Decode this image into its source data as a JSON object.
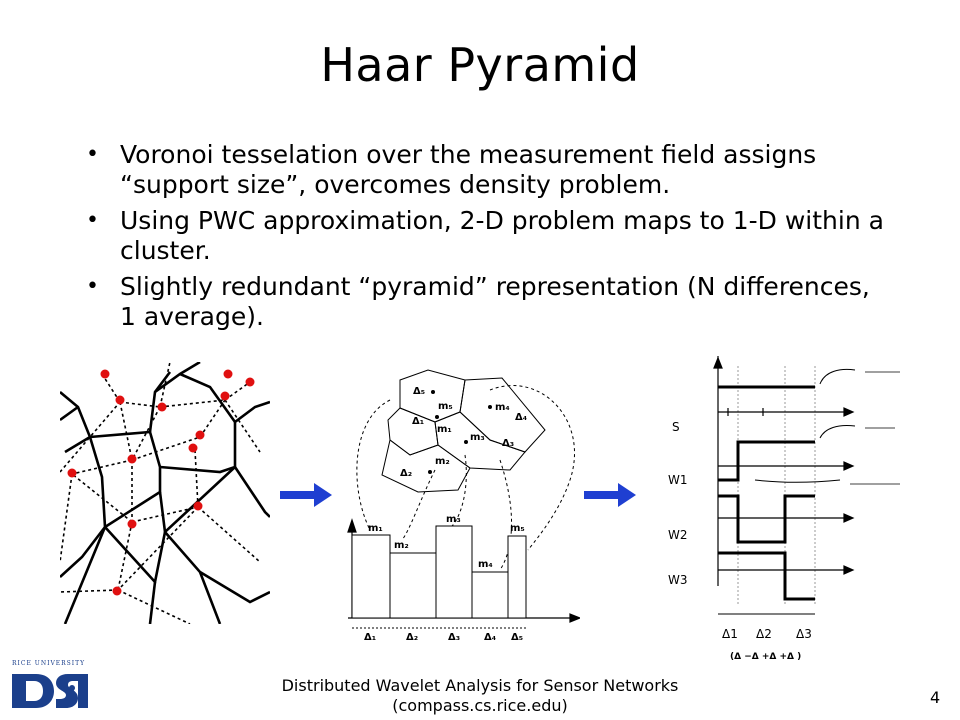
{
  "slide": {
    "title": "Haar Pyramid",
    "bullets": [
      "Voronoi tesselation over the measurement field assigns “support size”, overcomes density problem.",
      "Using PWC approximation, 2-D problem maps to 1-D within a cluster.",
      "Slightly redundant “pyramid” representation (N differences, 1 average)."
    ],
    "footer_line1": "Distributed Wavelet Analysis for Sensor Networks",
    "footer_line2": "(compass.cs.rice.edu)",
    "page_number": "4"
  },
  "logo": {
    "university": "RICE UNIVERSITY",
    "text": "DSP"
  },
  "diagram2": {
    "cell_labels": [
      "Δ₅",
      "Δ₁",
      "Δ₄",
      "Δ₃",
      "Δ₂"
    ],
    "means": [
      "m₅",
      "m₁",
      "m₄",
      "m₃",
      "m₂"
    ],
    "bar_means": [
      "m₁",
      "m₂",
      "m₃",
      "m₄",
      "m₅"
    ],
    "bar_deltas": [
      "Δ₁",
      "Δ₂",
      "Δ₃",
      "Δ₄",
      "Δ₅"
    ]
  },
  "diagram3": {
    "row_labels": [
      "S",
      "W1",
      "W2",
      "W3"
    ],
    "deltas": [
      "Δ1",
      "Δ2",
      "Δ3"
    ],
    "formula": "(Δ −Δ +Δ +Δ )"
  },
  "colors": {
    "arrow": "#1f3fd1",
    "sensor_dot": "#e01010",
    "logo_blue": "#1b3f8b"
  }
}
